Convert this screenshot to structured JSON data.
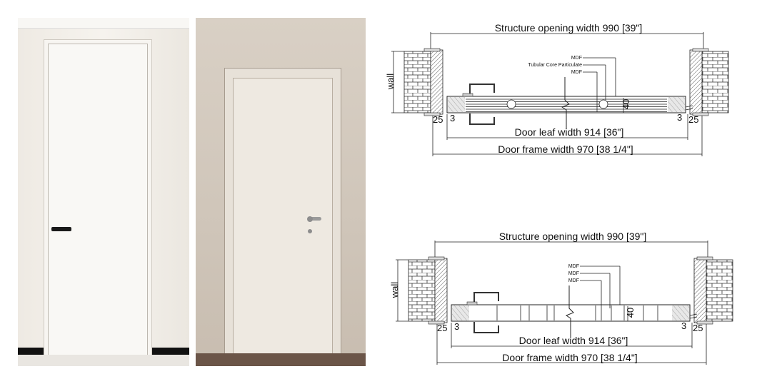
{
  "colors": {
    "line": "#222222",
    "wall_photo1": "#f1eee8",
    "wall_photo2": "#d2c8bc",
    "floor_photo2": "#6b5548",
    "handle_photo1": "#1a1a1a",
    "handle_photo2": "#9a9a9a"
  },
  "photos": [
    {
      "door_style": "white flush door with black lever handle"
    },
    {
      "door_style": "white door with frame casing and silver lever handle"
    }
  ],
  "diagrams": [
    {
      "structure_opening": "Structure opening width  990 [39\"]",
      "wall": "wall",
      "labels": [
        "MDF",
        "Tubular Core Particulate",
        "MDF"
      ],
      "thickness": "40",
      "left_frame": "25",
      "left_gap": "3",
      "right_gap": "3",
      "right_frame": "25",
      "door_leaf": "Door leaf width  914 [36\"]",
      "door_frame": "Door frame width  970 [38 1/4\"]",
      "core": "tubular"
    },
    {
      "structure_opening": "Structure opening width  990 [39\"]",
      "wall": "wall",
      "labels": [
        "MDF",
        "MDF",
        "MDF"
      ],
      "thickness": "40",
      "left_frame": "25",
      "left_gap": "3",
      "right_gap": "3",
      "right_frame": "25",
      "door_leaf": "Door leaf width  914 [36\"]",
      "door_frame": "Door frame width  970 [38 1/4\"]",
      "core": "honeycomb"
    }
  ]
}
